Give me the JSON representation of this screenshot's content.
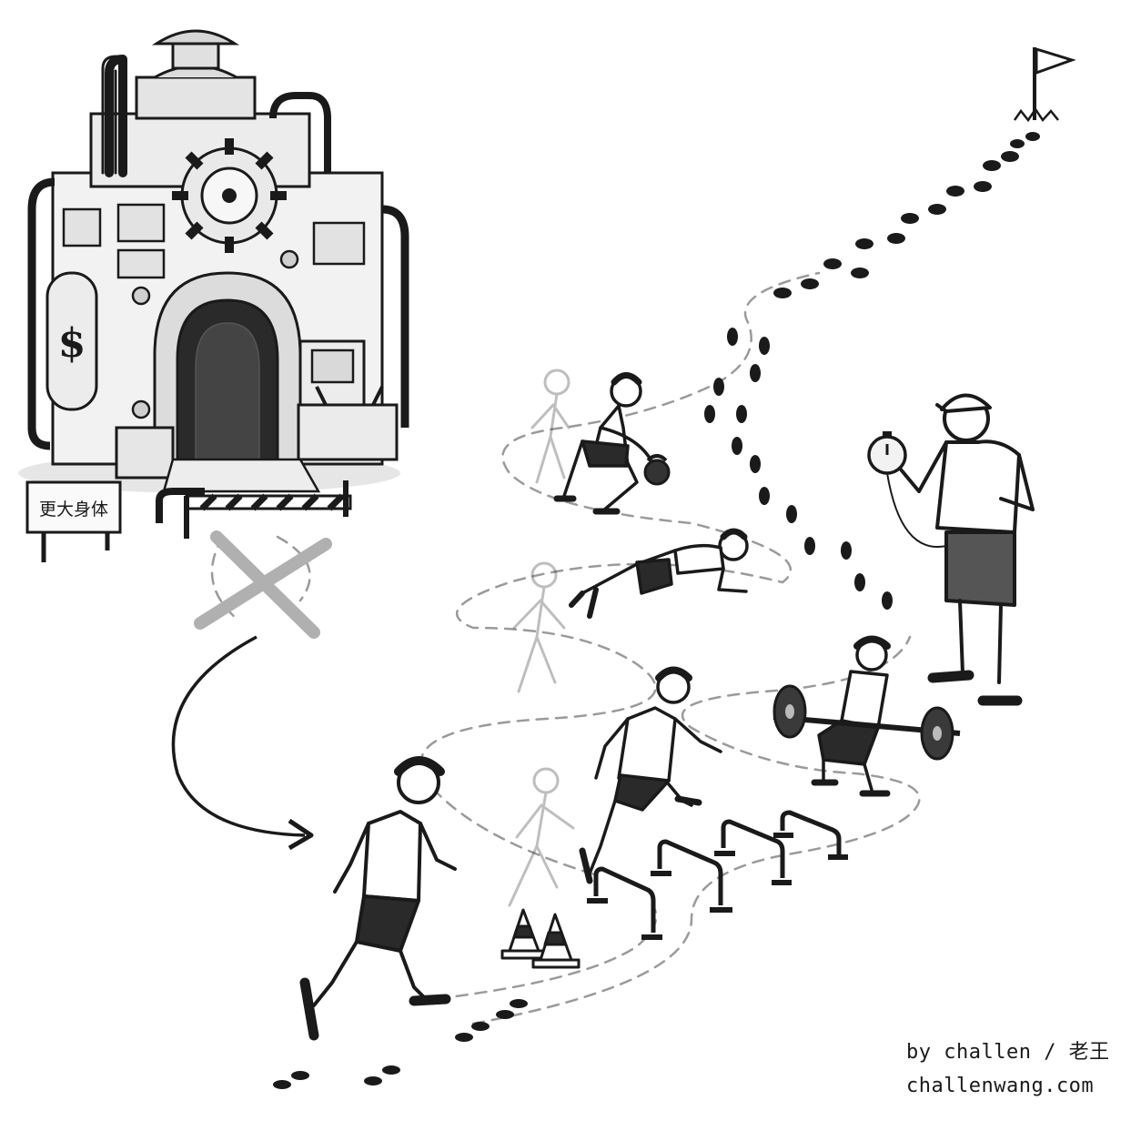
{
  "sign": {
    "text": "更大身体"
  },
  "machine": {
    "tank_symbol": "$"
  },
  "credit": {
    "line1": "by challen / 老王",
    "line2": "challenwang.com"
  },
  "colors": {
    "ink": "#1a1a1a",
    "path": "#9a9a9a",
    "cross": "#b0b0b0",
    "paper": "#ffffff"
  },
  "icons": [
    "shortcut-machine-icon",
    "gear-icon",
    "money-tank-icon",
    "cross-mark-icon",
    "curved-arrow-icon",
    "flag-icon",
    "footprints-icon",
    "stopwatch-icon",
    "kettlebell-icon",
    "barbell-icon",
    "hurdle-icon",
    "traffic-cone-icon",
    "runner-icon",
    "coach-icon"
  ]
}
